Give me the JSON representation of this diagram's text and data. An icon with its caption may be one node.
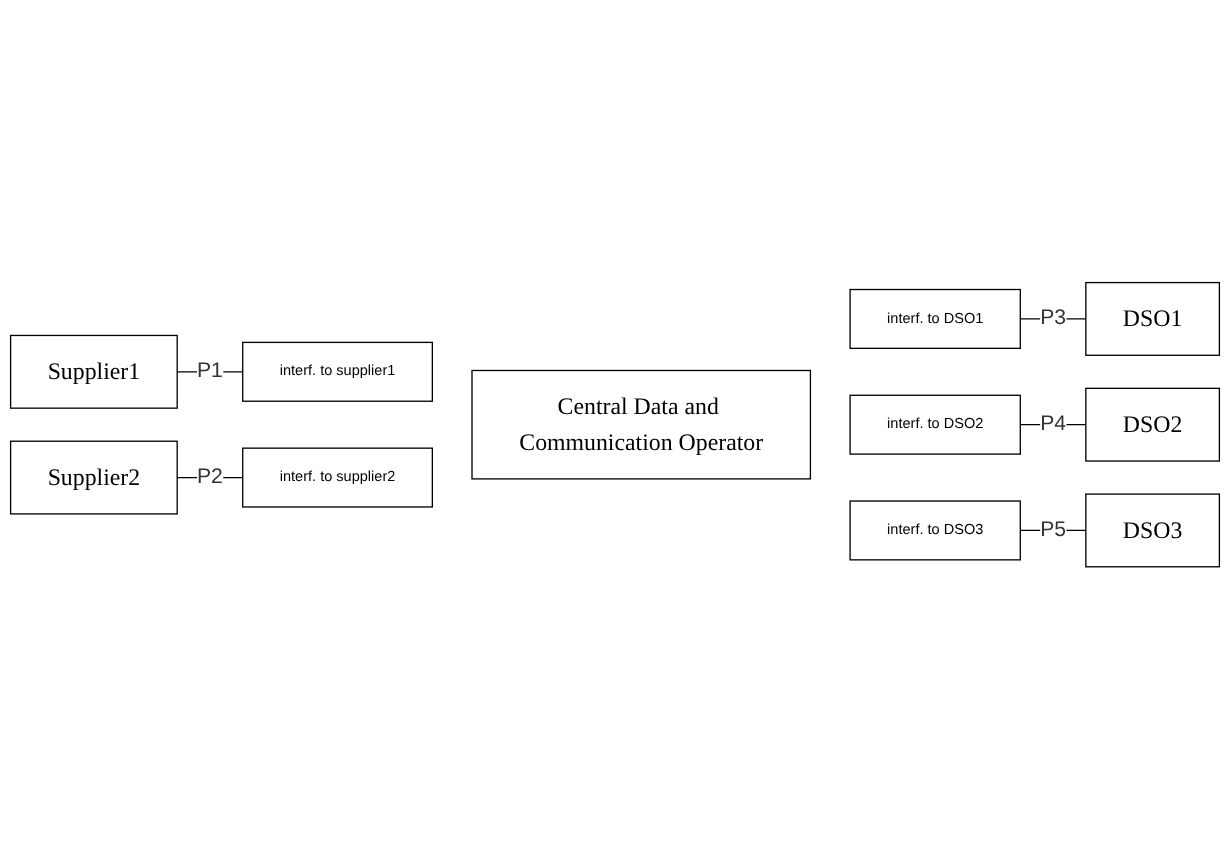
{
  "diagram": {
    "nodes": [
      {
        "text": [
          "Supplier1"
        ]
      },
      {
        "text": [
          "Supplier2"
        ]
      },
      {
        "text": [
          "interf. to supplier1"
        ]
      },
      {
        "text": [
          "interf. to supplier2"
        ]
      },
      {
        "text": [
          "Central Data and Communication Operator"
        ]
      },
      {
        "text": [
          "interf. to DSO1"
        ]
      },
      {
        "text": [
          "interf. to DSO2"
        ]
      },
      {
        "text": [
          "interf. to DSO3"
        ]
      },
      {
        "text": [
          "DSO1"
        ]
      },
      {
        "text": [
          "DSO2"
        ]
      },
      {
        "text": [
          "DSO3"
        ]
      }
    ],
    "edges": [
      {
        "from": 0,
        "to": 2,
        "arrow": "none",
        "label": "P1"
      },
      {
        "from": 1,
        "to": 3,
        "arrow": "none",
        "label": "P2"
      },
      {
        "from": 5,
        "to": 8,
        "arrow": "none",
        "label": "P3"
      },
      {
        "from": 6,
        "to": 9,
        "arrow": "none",
        "label": "P4"
      },
      {
        "from": 7,
        "to": 10,
        "arrow": "none",
        "label": "P5"
      }
    ]
  }
}
